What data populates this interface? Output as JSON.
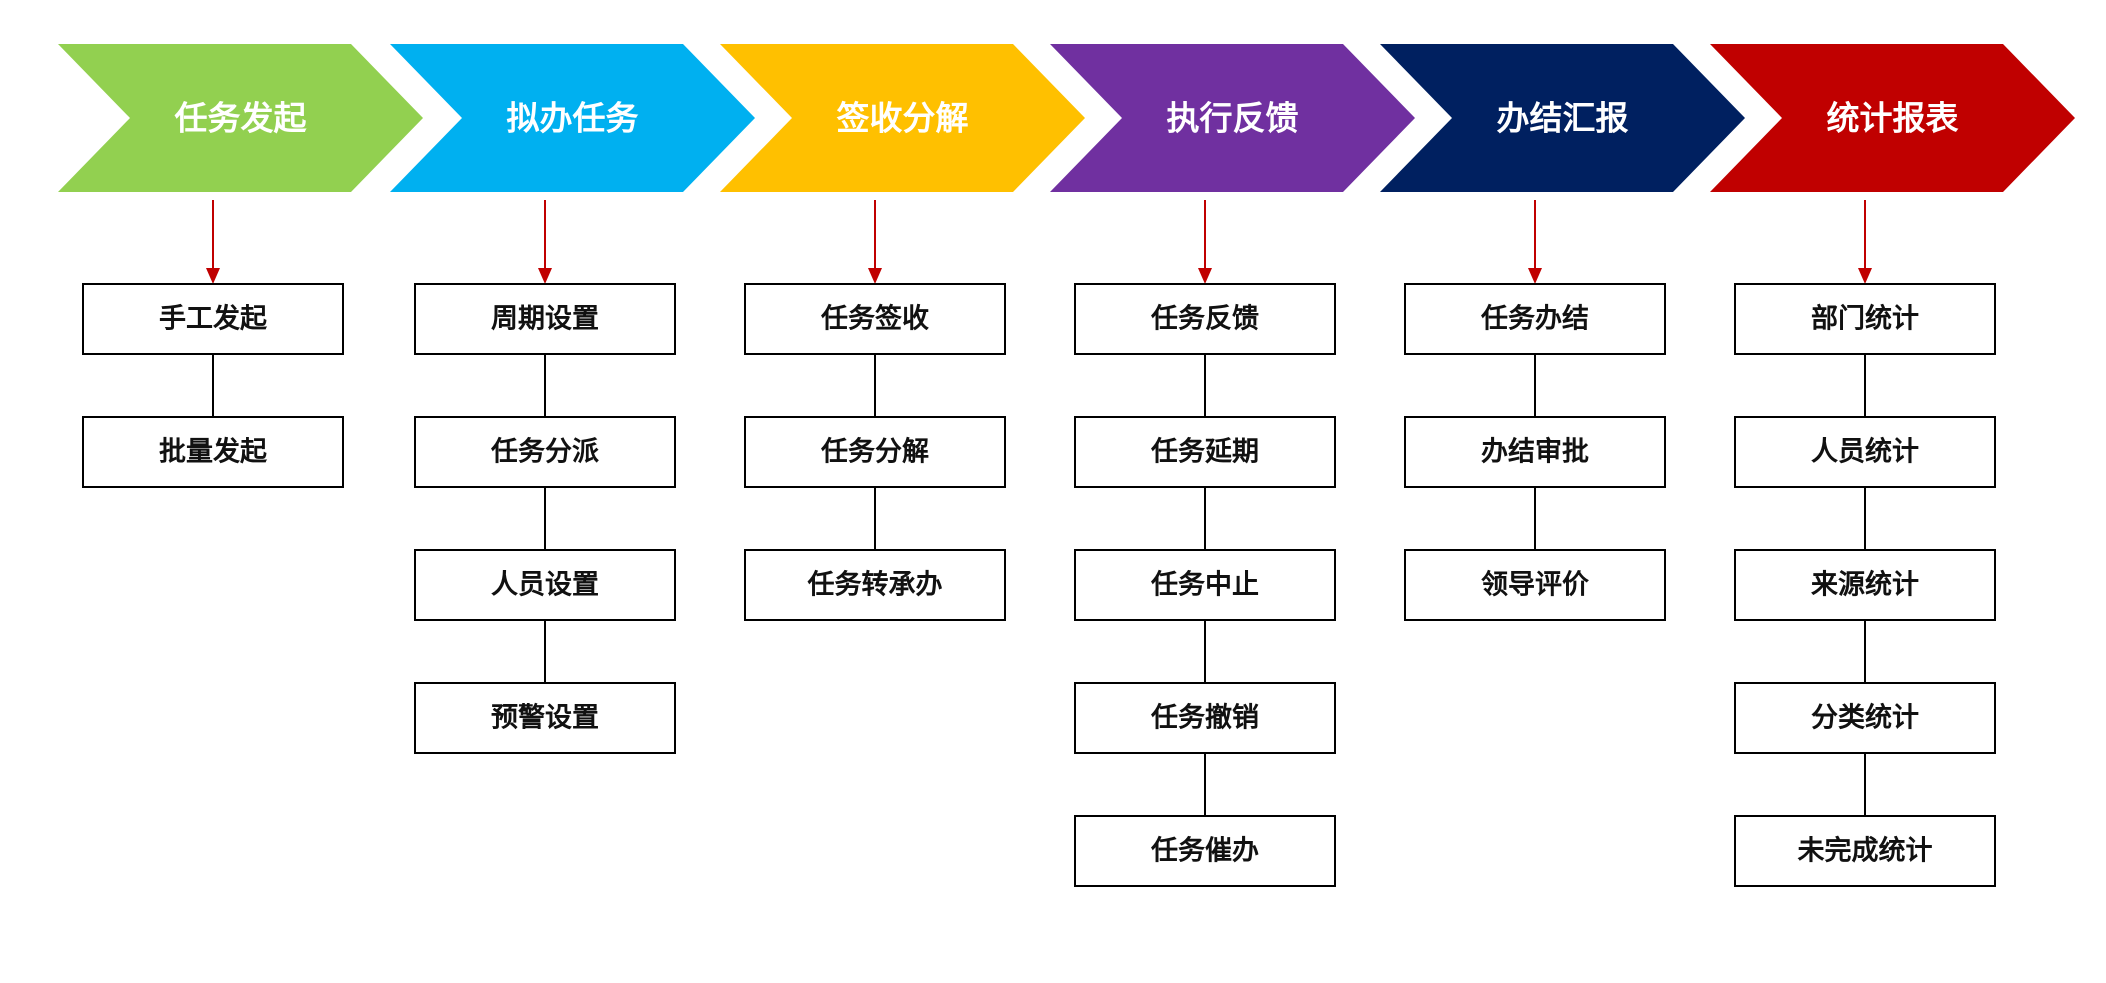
{
  "colors": {
    "stage_1": "#92d050",
    "stage_2": "#00b0f0",
    "stage_3": "#ffc000",
    "stage_4": "#7030a0",
    "stage_5": "#002060",
    "stage_6": "#c00000",
    "arrow": "#c00000",
    "box_border": "#000000"
  },
  "stages": [
    {
      "title": "任务发起",
      "items": [
        "手工发起",
        "批量发起"
      ]
    },
    {
      "title": "拟办任务",
      "items": [
        "周期设置",
        "任务分派",
        "人员设置",
        "预警设置"
      ]
    },
    {
      "title": "签收分解",
      "items": [
        "任务签收",
        "任务分解",
        "任务转承办"
      ]
    },
    {
      "title": "执行反馈",
      "items": [
        "任务反馈",
        "任务延期",
        "任务中止",
        "任务撤销",
        "任务催办"
      ]
    },
    {
      "title": "办结汇报",
      "items": [
        "任务办结",
        "办结审批",
        "领导评价"
      ]
    },
    {
      "title": "统计报表",
      "items": [
        "部门统计",
        "人员统计",
        "来源统计",
        "分类统计",
        "未完成统计"
      ]
    }
  ]
}
